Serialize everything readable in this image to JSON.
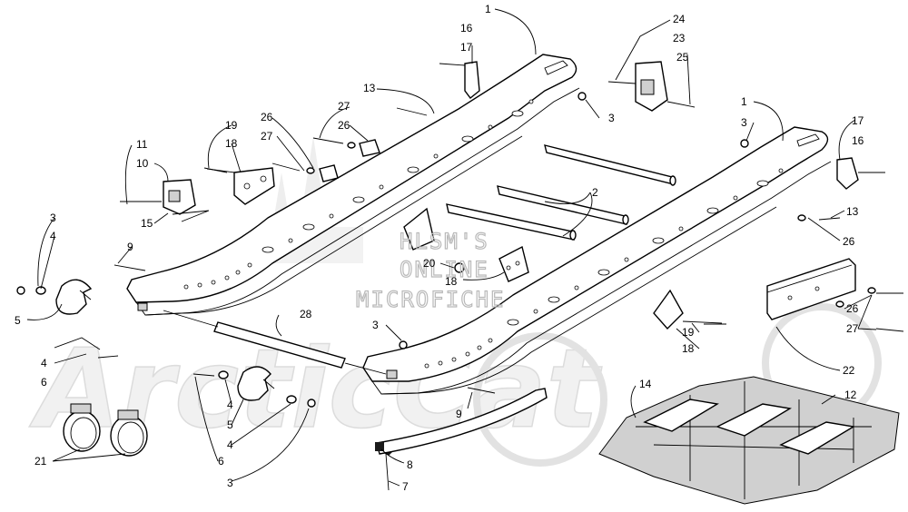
{
  "watermark": {
    "line1": "HLSM'S",
    "line2": "ONLINE",
    "line3": "MICROFICHE",
    "background_text": "ArcticCat"
  },
  "callouts": [
    {
      "id": "c1a",
      "label": "1"
    },
    {
      "id": "c16a",
      "label": "16"
    },
    {
      "id": "c17a",
      "label": "17"
    },
    {
      "id": "c24",
      "label": "24"
    },
    {
      "id": "c23",
      "label": "23"
    },
    {
      "id": "c25",
      "label": "25"
    },
    {
      "id": "c13a",
      "label": "13"
    },
    {
      "id": "c27a",
      "label": "27"
    },
    {
      "id": "c26a",
      "label": "26"
    },
    {
      "id": "c3a",
      "label": "3"
    },
    {
      "id": "c1b",
      "label": "1"
    },
    {
      "id": "c3b",
      "label": "3"
    },
    {
      "id": "c17b",
      "label": "17"
    },
    {
      "id": "c16b",
      "label": "16"
    },
    {
      "id": "c19a",
      "label": "19"
    },
    {
      "id": "c18a",
      "label": "18"
    },
    {
      "id": "c26b",
      "label": "26"
    },
    {
      "id": "c27b",
      "label": "27"
    },
    {
      "id": "c11",
      "label": "11"
    },
    {
      "id": "c10",
      "label": "10"
    },
    {
      "id": "c15",
      "label": "15"
    },
    {
      "id": "c2",
      "label": "2"
    },
    {
      "id": "c13b",
      "label": "13"
    },
    {
      "id": "c26c",
      "label": "26"
    },
    {
      "id": "c3c",
      "label": "3"
    },
    {
      "id": "c4a",
      "label": "4"
    },
    {
      "id": "c9a",
      "label": "9"
    },
    {
      "id": "c20",
      "label": "20"
    },
    {
      "id": "c18b",
      "label": "18"
    },
    {
      "id": "c5a",
      "label": "5"
    },
    {
      "id": "c28",
      "label": "28"
    },
    {
      "id": "c3d",
      "label": "3"
    },
    {
      "id": "c26d",
      "label": "26"
    },
    {
      "id": "c27c",
      "label": "27"
    },
    {
      "id": "c19b",
      "label": "19"
    },
    {
      "id": "c18c",
      "label": "18"
    },
    {
      "id": "c4b",
      "label": "4"
    },
    {
      "id": "c6a",
      "label": "6"
    },
    {
      "id": "c22",
      "label": "22"
    },
    {
      "id": "c14",
      "label": "14"
    },
    {
      "id": "c12",
      "label": "12"
    },
    {
      "id": "c9b",
      "label": "9"
    },
    {
      "id": "c4c",
      "label": "4"
    },
    {
      "id": "c5b",
      "label": "5"
    },
    {
      "id": "c4d",
      "label": "4"
    },
    {
      "id": "c21",
      "label": "21"
    },
    {
      "id": "c6b",
      "label": "6"
    },
    {
      "id": "c3e",
      "label": "3"
    },
    {
      "id": "c8",
      "label": "8"
    },
    {
      "id": "c7",
      "label": "7"
    }
  ]
}
